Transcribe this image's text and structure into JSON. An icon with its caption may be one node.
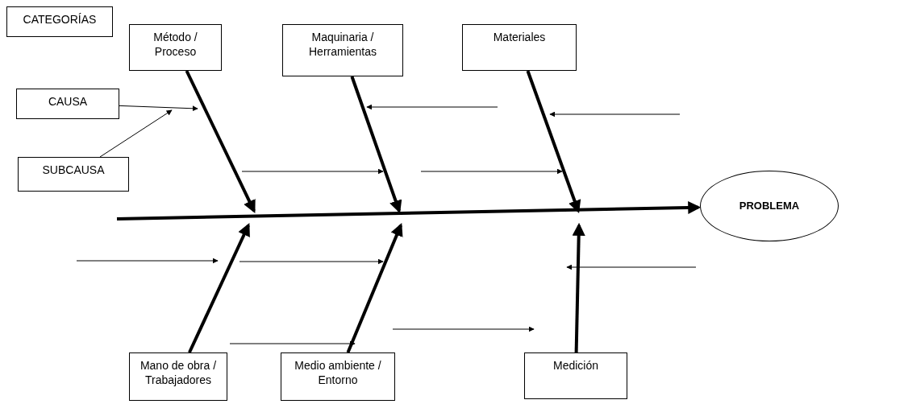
{
  "diagram": {
    "nodes": [
      {
        "text": [
          "CATEGORÍAS"
        ]
      },
      {
        "text": [
          "Método / Proceso"
        ]
      },
      {
        "text": [
          "Maquinaria / Herramientas"
        ]
      },
      {
        "text": [
          "Materiales"
        ]
      },
      {
        "text": [
          "CAUSA"
        ]
      },
      {
        "text": [
          "SUBCAUSA"
        ]
      },
      {
        "text": [
          "PROBLEMA"
        ]
      },
      {
        "text": [
          "Mano de obra / Trabajadores"
        ]
      },
      {
        "text": [
          "Medio ambiente / Entorno"
        ]
      },
      {
        "text": [
          "Medición"
        ]
      }
    ],
    "edges": [
      {
        "from": null,
        "to": 6,
        "arrow": "to"
      },
      {
        "from": 1,
        "to": null,
        "arrow": "to"
      },
      {
        "from": 2,
        "to": null,
        "arrow": "to"
      },
      {
        "from": 3,
        "to": null,
        "arrow": "to"
      },
      {
        "from": 7,
        "to": null,
        "arrow": "to"
      },
      {
        "from": 8,
        "to": null,
        "arrow": "to"
      },
      {
        "from": 9,
        "to": null,
        "arrow": "to"
      },
      {
        "from": 4,
        "to": null,
        "arrow": "to"
      },
      {
        "from": 5,
        "to": null,
        "arrow": "to"
      }
    ]
  }
}
